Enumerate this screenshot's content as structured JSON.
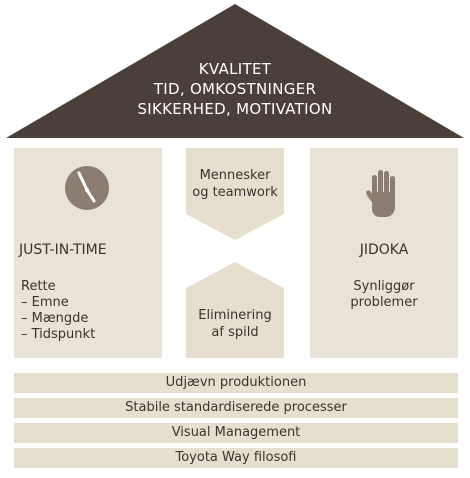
{
  "roof": {
    "lines": [
      "KVALITET",
      "TID, OMKOSTNINGER",
      "SIKKERHED, MOTIVATION"
    ]
  },
  "left_pillar": {
    "title": "JUST-IN-TIME",
    "icon": "clock-icon",
    "lines": [
      "Rette",
      "– Emne",
      "– Mængde",
      "– Tidspunkt"
    ]
  },
  "right_pillar": {
    "title": "JIDOKA",
    "icon": "hand-icon",
    "lines": [
      "Synliggør",
      "problemer"
    ]
  },
  "center": {
    "top_lines": [
      "Mennesker",
      "og teamwork"
    ],
    "bottom_lines": [
      "Eliminering",
      "af spild"
    ]
  },
  "foundation": [
    "Udjævn produktionen",
    "Stabile standardiserede processer",
    "Visual Management",
    "Toyota Way filosofi"
  ],
  "colors": {
    "roof": "#4a3f39",
    "pillar": "#e9e2d6",
    "center_shape": "#e6dfd0",
    "icon": "#8c7d72",
    "band": "#e6dfd0",
    "text": "#3b332d"
  }
}
